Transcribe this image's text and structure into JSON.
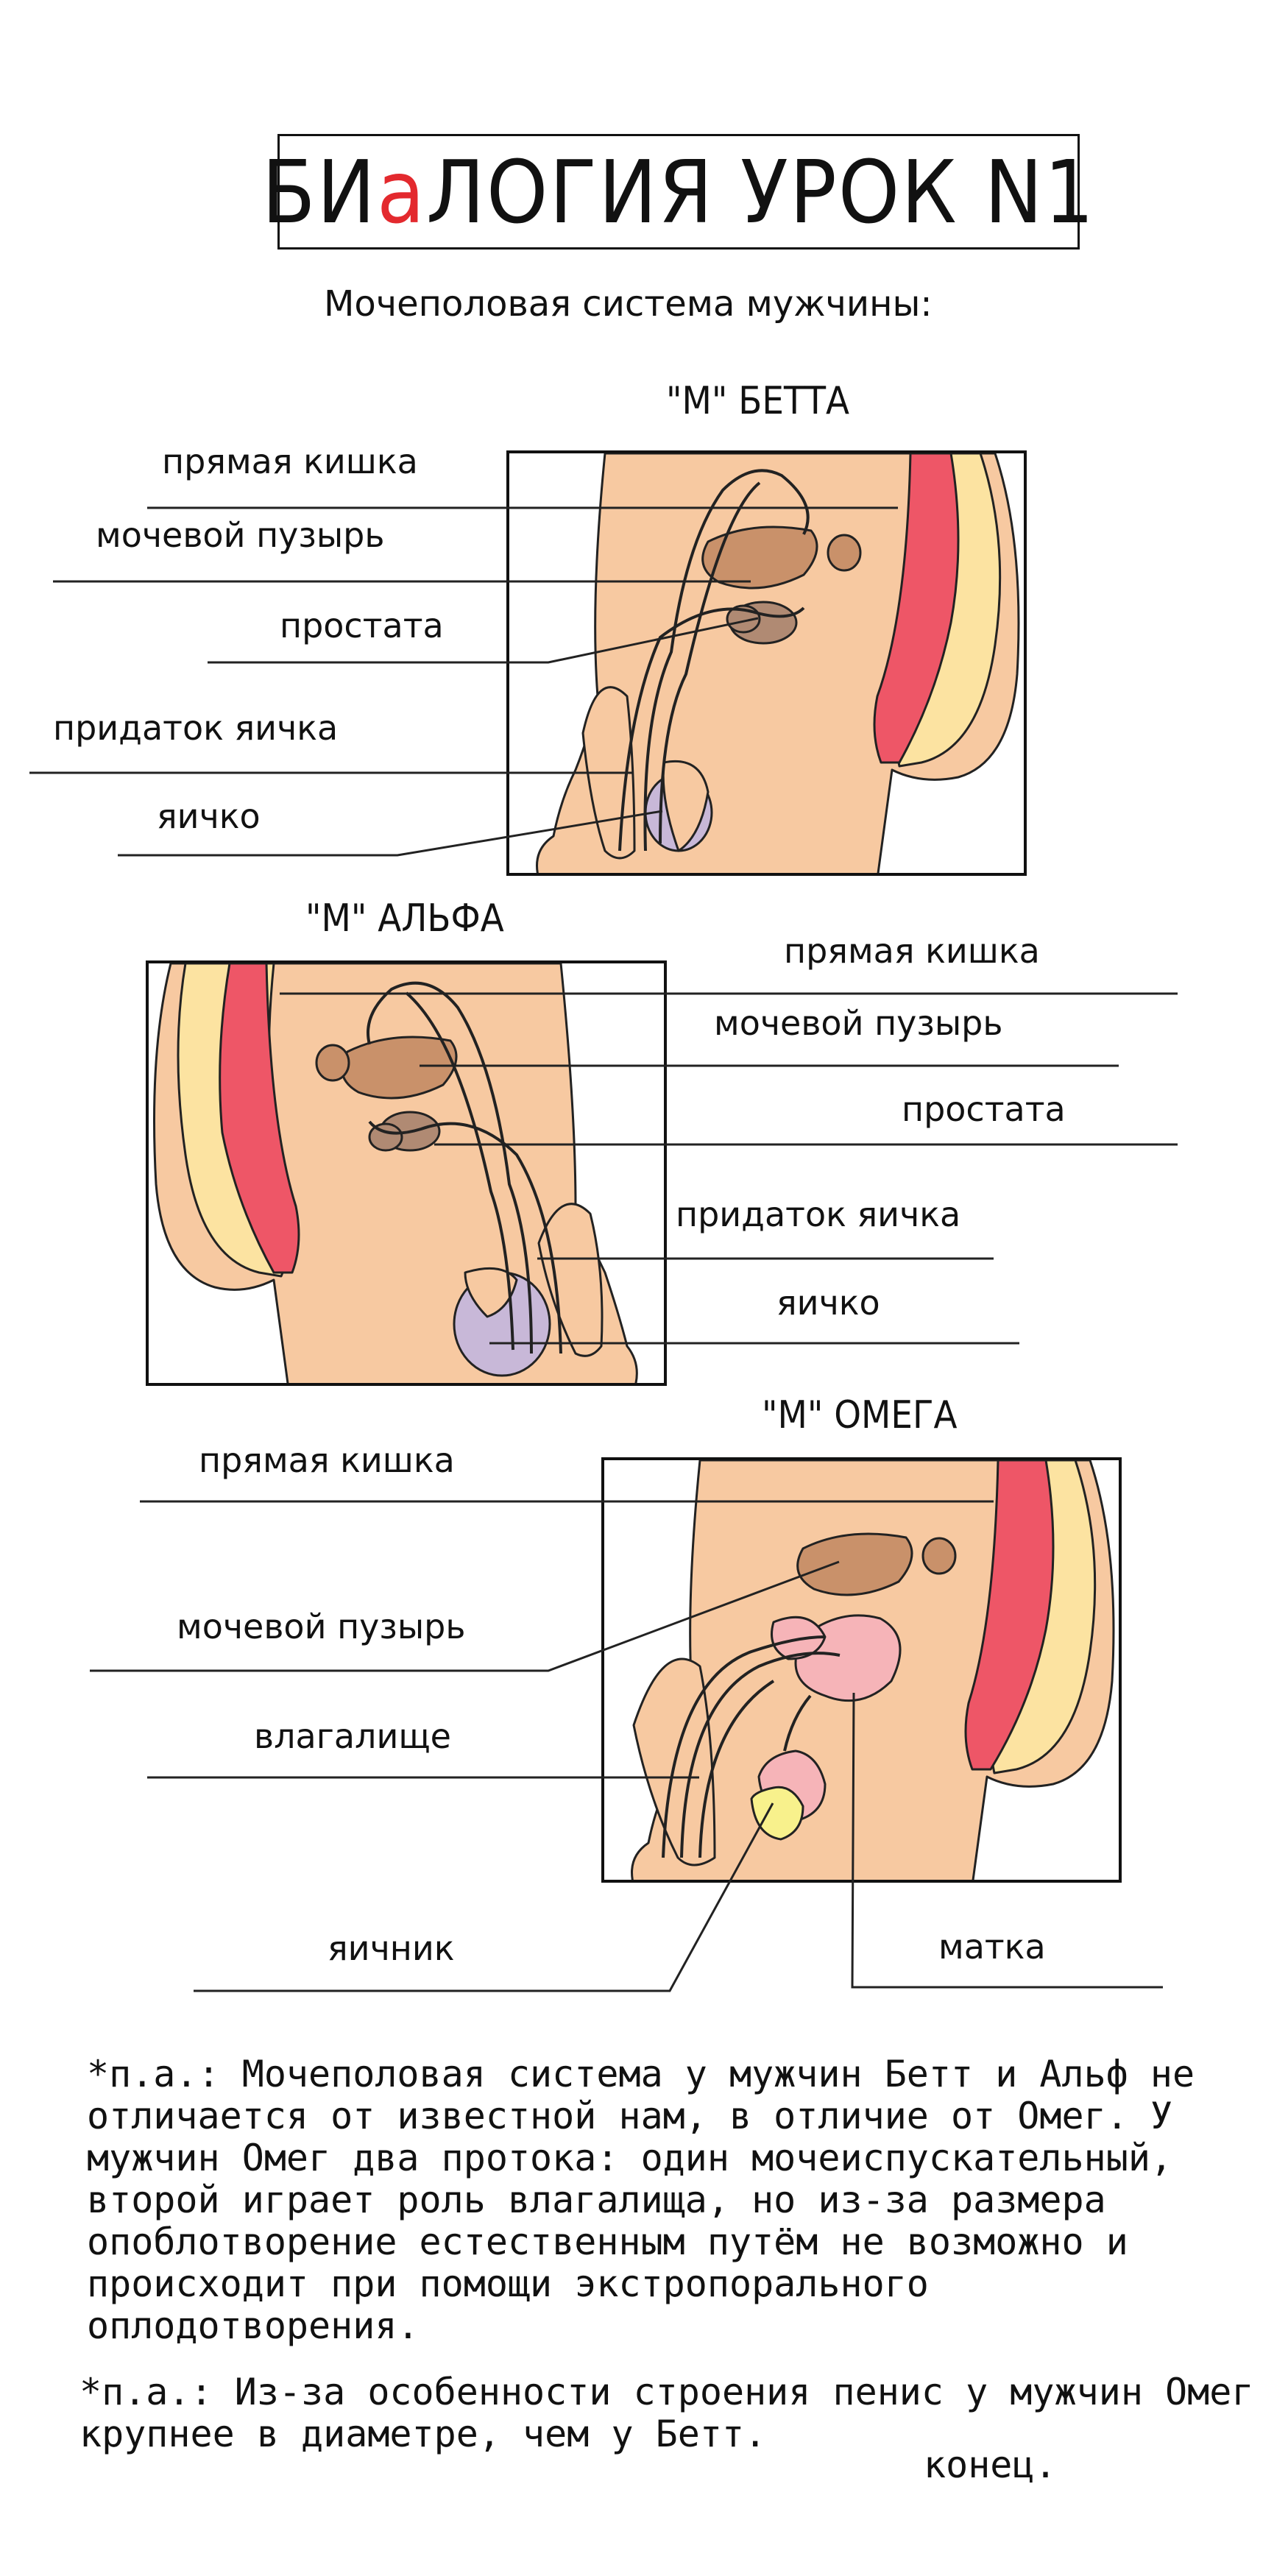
{
  "title": {
    "part1": "БИ",
    "red_letter": "а",
    "part2": "ЛОГИЯ УРОК N1"
  },
  "subtitle": "Мочеполовая система мужчины:",
  "colors": {
    "skin": "#f7c9a1",
    "skin_dark": "#edb488",
    "rectum": "#ee5667",
    "tissue_yellow": "#fce3a1",
    "bladder": "#c9916a",
    "prostate": "#b08a73",
    "testis": "#c8b8d8",
    "uterus": "#f6b4b8",
    "ovary": "#f8f18c",
    "title_red": "#e3292e"
  },
  "diagrams": {
    "beta": {
      "title": "\"М\" БЕТТА",
      "labels": [
        "прямая кишка",
        "мочевой пузырь",
        "простата",
        "придаток яичка",
        "яичко"
      ]
    },
    "alpha": {
      "title": "\"М\" АЛЬФА",
      "labels": [
        "прямая кишка",
        "мочевой пузырь",
        "простата",
        "придаток яичка",
        "яичко"
      ]
    },
    "omega": {
      "title": "\"М\" ОМЕГА",
      "labels": [
        "прямая кишка",
        "мочевой пузырь",
        "влагалище",
        "яичник",
        "матка"
      ]
    }
  },
  "notes": [
    "*п.а.: Мочеполовая система у мужчин Бетт и Альф не\nотличается от известной нам, в отличие от Омег. У\nмужчин Омег два протока: один мочеиспускательный,\nвторой играет роль влагалища, но из-за размера\nопоблотворение естественным путём не возможно и\nпроисходит при помощи экстропорального\nоплодотворения.",
    "*п.а.: Из-за особенности строения пенис у мужчин Омег\nкрупнее в диаметре, чем у Бетт."
  ],
  "end_text": "конец."
}
